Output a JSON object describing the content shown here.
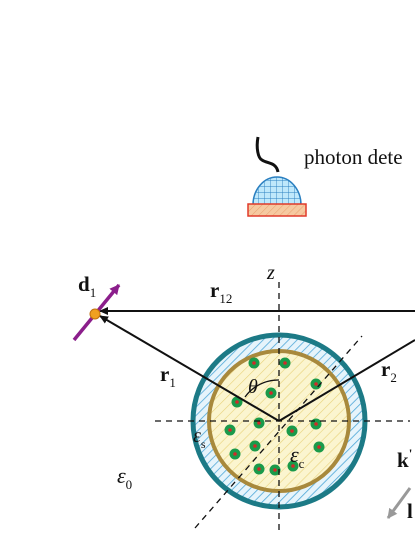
{
  "detector": {
    "label": "photon dete",
    "icon": "photon-detector-icon",
    "colors": {
      "dome": "#bfe8fb",
      "grid": "#2a7fc0",
      "base_fill": "#f6c9a0",
      "base_stroke": "#e03a2a",
      "wire": "#111111"
    }
  },
  "dipole": {
    "label": "d",
    "subscript": "1",
    "colors": {
      "arrow": "#8b1e8b",
      "point": "#f0a020"
    }
  },
  "vectors": {
    "r12": {
      "label": "r",
      "subscript": "12"
    },
    "r1": {
      "label": "r",
      "subscript": "1"
    },
    "r2": {
      "label": "r",
      "subscript": "2"
    },
    "k": {
      "label": "k",
      "superscript": "'"
    },
    "l": {
      "label": "l"
    }
  },
  "axes": {
    "z": "z",
    "theta": "θ"
  },
  "media": {
    "eps0": {
      "label": "ε",
      "subscript": "0"
    },
    "epsS": {
      "label": "ε",
      "subscript": "s"
    },
    "epsC": {
      "label": "ε",
      "subscript": "c"
    }
  },
  "sphere": {
    "colors": {
      "outer_ring": "#1c7a86",
      "shell_hatch": "#4fa8d8",
      "shell_fill": "#e6f4fb",
      "core_ring": "#a8893c",
      "core_fill": "#fbf5cf",
      "core_hatch": "#e8d27a",
      "dot": "#1a9a4a",
      "dot_center": "#d02a2a"
    },
    "emitter_count": 15
  },
  "arrow_color": "#111111",
  "kvec_color": "#999999"
}
